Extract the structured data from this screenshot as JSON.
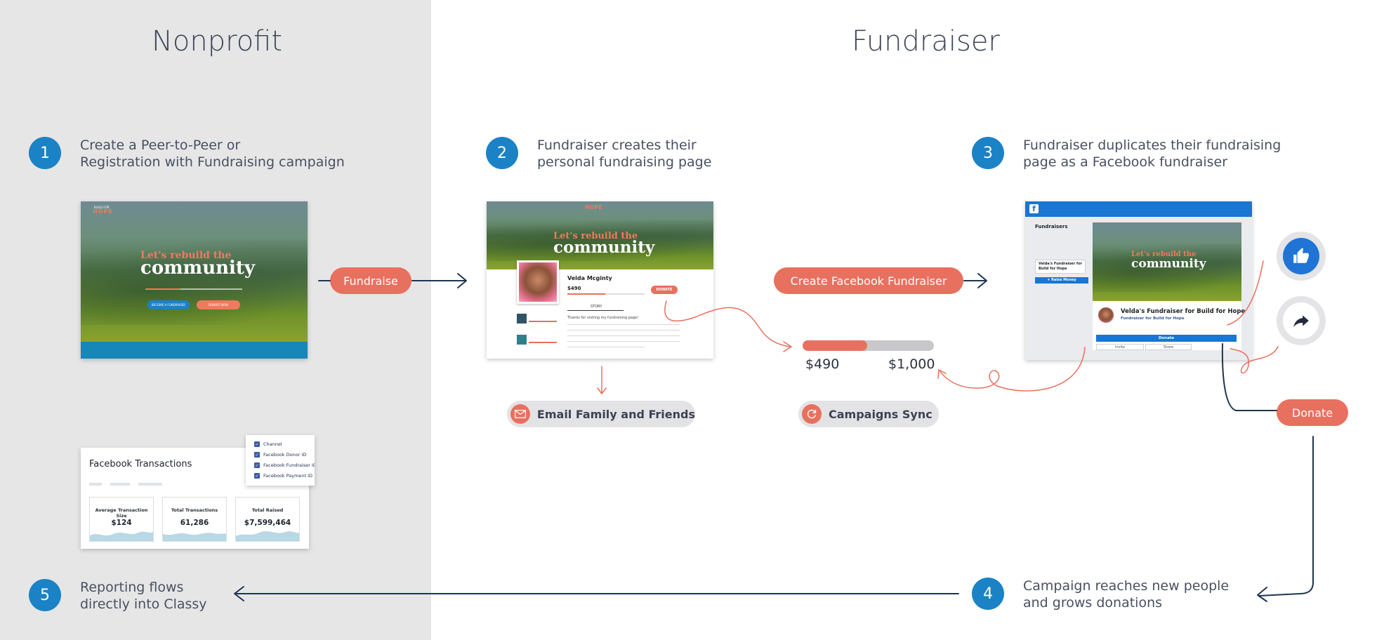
{
  "columns": {
    "nonprofit_title": "Nonprofit",
    "fundraiser_title": "Fundraiser"
  },
  "steps": [
    {
      "number": "1",
      "line1": "Create a Peer-to-Peer or",
      "line2": "Registration with Fundraising campaign"
    },
    {
      "number": "2",
      "line1": "Fundraiser creates their",
      "line2": "personal fundraising page"
    },
    {
      "number": "3",
      "line1": "Fundraiser duplicates their fundraising",
      "line2": "page as a Facebook fundraiser"
    },
    {
      "number": "4",
      "line1": "Campaign reaches new people",
      "line2": "and grows donations"
    },
    {
      "number": "5",
      "line1": "Reporting flows",
      "line2": "directly into Classy"
    }
  ],
  "buttons": {
    "fundraise": "Fundraise",
    "create_facebook_fundraiser": "Create Facebook Fundraiser",
    "donate": "Donate"
  },
  "actions": {
    "email": "Email Family and Friends",
    "sync": "Campaigns Sync"
  },
  "progress": {
    "raised": "$490",
    "goal": "$1,000",
    "fraction": 0.49
  },
  "hero": {
    "line1": "Let's rebuild the",
    "line2": "community",
    "logo_top": "BUILD FOR",
    "logo_text": "HOPE",
    "become_fundraiser": "BECOME A FUNDRAISER",
    "donate_now": "DONATE NOW"
  },
  "fundraiser_page": {
    "name": "Velda Mcginty",
    "raised": "$490",
    "donate": "DONATE",
    "tab": "STORY",
    "message": "Thanks for visiting my fundraising page!"
  },
  "facebook": {
    "brand_letter": "f",
    "nav": "Fundraisers",
    "side_card": "Velda's Fundraiser for Build for Hope",
    "raise_money": "+ Raise Money",
    "title": "Velda's Fundraiser for Build for Hope",
    "subtitle": "Fundraiser for Build for Hope",
    "donate": "Donate",
    "invite": "Invite",
    "share": "Share"
  },
  "report": {
    "title": "Facebook Transactions",
    "filters": [
      "Channel",
      "Facebook Donor ID",
      "Facebook Fundraiser ID",
      "Facebook Payment ID"
    ],
    "kpis": [
      {
        "label": "Average Transaction Size",
        "value": "$124"
      },
      {
        "label": "Total Transactions",
        "value": "61,286"
      },
      {
        "label": "Total Raised",
        "value": "$7,599,464"
      }
    ]
  },
  "colors": {
    "accent": "#e8705f",
    "step_blue": "#1b82c5",
    "navy": "#1f3550",
    "facebook_blue": "#1976d2",
    "panel_grey": "#e6e6e7"
  },
  "icons": [
    "email-icon",
    "sync-icon",
    "thumbs-up-icon",
    "share-arrow-icon",
    "facebook-logo-icon"
  ]
}
